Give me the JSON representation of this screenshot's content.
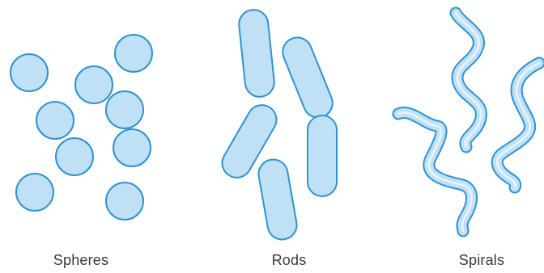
{
  "groups": {
    "spheres": {
      "label": "Spheres"
    },
    "rods": {
      "label": "Rods"
    },
    "spirals": {
      "label": "Spirals"
    }
  },
  "colors": {
    "fill": "#bfe0f5",
    "stroke": "#2e93d1",
    "highlight": "#e3f2fb",
    "label": "#3a3a3a"
  }
}
